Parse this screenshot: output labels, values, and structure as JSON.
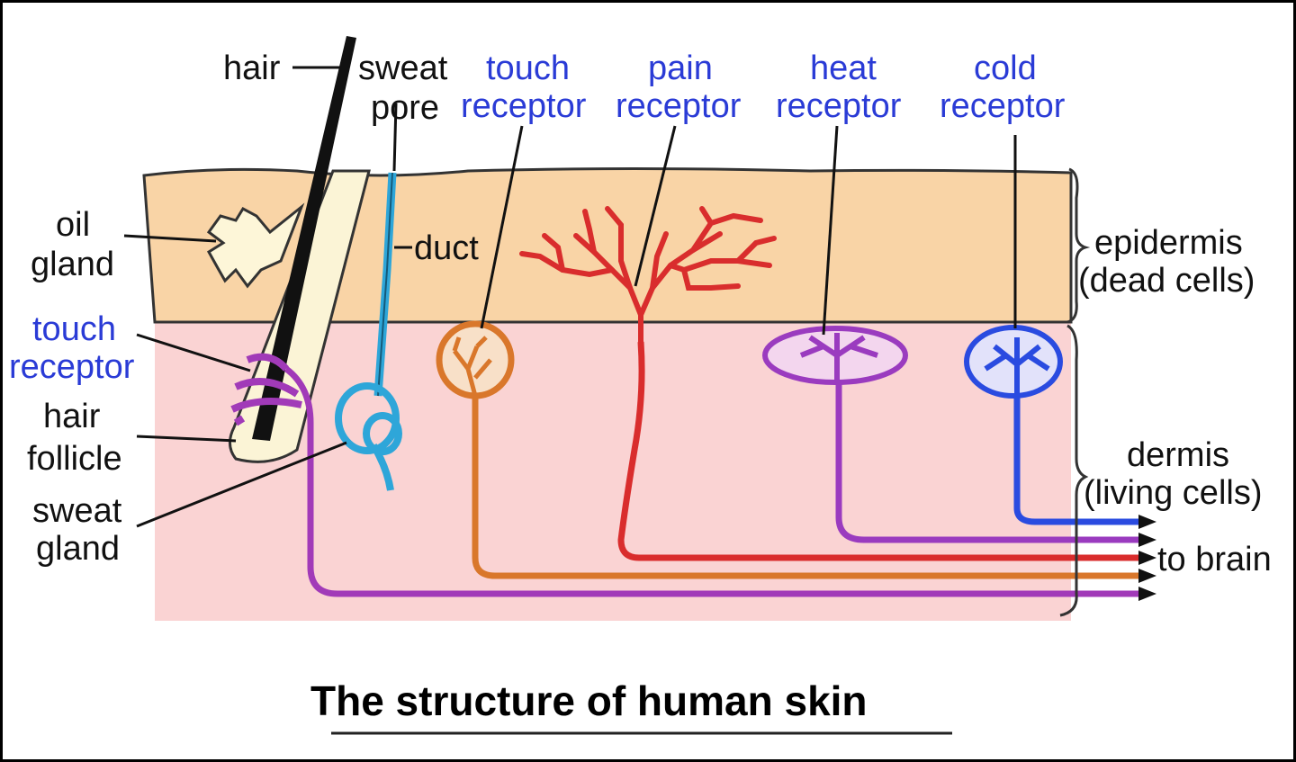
{
  "title": "The structure of human skin",
  "labels": {
    "hair": "hair",
    "sweat_pore_1": "sweat",
    "sweat_pore_2": "pore",
    "touch_receptor_top_1": "touch",
    "touch_receptor_top_2": "receptor",
    "pain_receptor_1": "pain",
    "pain_receptor_2": "receptor",
    "heat_receptor_1": "heat",
    "heat_receptor_2": "receptor",
    "cold_receptor_1": "cold",
    "cold_receptor_2": "receptor",
    "oil_gland_1": "oil",
    "oil_gland_2": "gland",
    "duct": "duct",
    "touch_receptor_left_1": "touch",
    "touch_receptor_left_2": "receptor",
    "hair_follicle_1": "hair",
    "hair_follicle_2": "follicle",
    "sweat_gland_1": "sweat",
    "sweat_gland_2": "gland",
    "epidermis_1": "epidermis",
    "epidermis_2": "(dead cells)",
    "dermis_1": "dermis",
    "dermis_2": "(living cells)",
    "to_brain": "to brain"
  },
  "colors": {
    "epidermis": "#f9d4a6",
    "dermis": "#fad3d3",
    "label_blue": "#2a3bd6",
    "touch_nerve": "#a13ab8",
    "touch_receptor_orange": "#d9772b",
    "pain_nerve": "#d92d2d",
    "heat_nerve": "#9a3bbf",
    "cold_nerve": "#2a4be0",
    "sweat_duct": "#2ea6d9"
  }
}
